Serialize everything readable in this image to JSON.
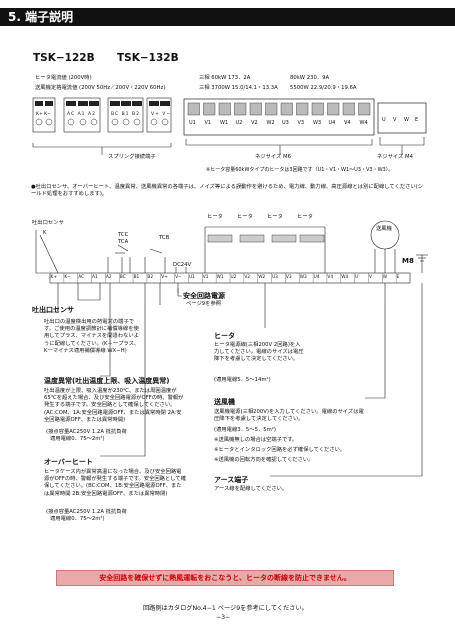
{
  "section_title": "5. 端子説明",
  "models": [
    "TSK−122B",
    "TSK−132B"
  ],
  "specs": {
    "heater_voltage": "ヒータ電流値 (200V時)",
    "blower_current": "送風機定格電流値 (200V 50Hz／200V・220V 60Hz)",
    "row1_a": "三相 60kW 173．2A",
    "row1_b": "80kW 230．9A",
    "row2_a": "三相 3700W 15.0/14.1・13.3A",
    "row2_b": "5500W 22.9/20.9・19.6A"
  },
  "terminal_labels": {
    "small1": [
      "K+",
      "K−"
    ],
    "small2": [
      "AC",
      "A1",
      "A2"
    ],
    "small3": [
      "BC",
      "B1",
      "B2"
    ],
    "small4": [
      "V+",
      "V−"
    ],
    "big": [
      "U1",
      "V1",
      "W1",
      "U2",
      "V2",
      "W2",
      "U3",
      "V3",
      "W3",
      "U4",
      "V4",
      "W4"
    ],
    "right": [
      "U",
      "V",
      "W",
      "E"
    ]
  },
  "terminal_captions": {
    "spring": "スプリング接続端子",
    "screw_m6": "ネジサイズ M6",
    "screw_m4": "ネジサイズ M4",
    "note_60kw": "※ヒータ容量60kWタイプのヒータは3回路です（U1・V1・W1〜U3・V3・W3）。"
  },
  "note": "●吐出口センサ、オーバーヒート、温度異常、送風機異常の各端子は、ノイズ等による誤動作を避けるため、電力線、動力線、高圧源線とは別に配線してください(シールド処理をおすすめします)。",
  "diagram": {
    "sensor": "吐出口センサ",
    "k": "K",
    "tcc": "TCC",
    "tca": "TCA",
    "tcb": "TCB",
    "dc24v": "DC24V",
    "heater": "ヒータ",
    "blower": "送風機",
    "m8": "M8",
    "strip": [
      "K+",
      "K−",
      "AC",
      "A1",
      "A2",
      "BC",
      "B1",
      "B2",
      "V+",
      "V−",
      "U1",
      "V1",
      "W1",
      "U2",
      "V2",
      "W2",
      "U3",
      "V3",
      "W3",
      "U4",
      "V4",
      "W4",
      "U",
      "V",
      "W",
      "E"
    ]
  },
  "descriptions": {
    "sensor_title": "吐出口センサ",
    "sensor_body": "吐出口の温度検出用の熱電対の端子です。ご使用の温度調節計に補償導線を使用してプラス、マイナスを間違わないように配線してください。(K＋一プラス、K一マイナス適用補償導線 WX−H)",
    "temp_title": "温度異常(吐出温度上限、吸入温度異常)",
    "temp_body": "吐出温度が上限、吸入温度が230℃、または周囲温度が65℃を超えた場合、及び安全回路電源がOFFの時、警報が発生する端子です。安全回路として確保してください。(AC:COM、1A:安全回路電源OFF、または異常時閉 2A:安全回路電源OFF、または異常時開)",
    "temp_rating": "(接点容量AC250V 1.2A 抵抗負荷",
    "temp_wire": "適用電線0．75〜2m²)",
    "overheat_title": "オーバーヒート",
    "overheat_body": "ヒータケース内が異常高温になった場合、及び安全回路電源がOFFの時、警報が発生する端子です。安全回路として確保してください。(BC:COM、1B:安全回路電源OFF、または異常時開 2B:安全回路電源OFF、または異常時閉)",
    "overheat_rating": "(接点容量AC250V 1.2A 抵抗負荷",
    "overheat_wire": "適用電線0．75〜2m²)",
    "safety_title": "安全回路電源",
    "safety_ref": "ページ9を参照",
    "heater_title": "ヒータ",
    "heater_body": "ヒータ電源線(三相200V 2回路)を入力してください。電線のサイズは電圧降下を考慮して決定してください。",
    "heater_wire": "(適用電線5．5〜14m²)",
    "blower_title": "送風機",
    "blower_body": "送風機電源(三相200V)を入力してください。電線のサイズは電圧降下を考慮して決定してください。",
    "blower_wire": "(適用電線3．5〜5．5m²)",
    "blower_n1": "※送風機無しの場合は空端子です。",
    "blower_n2": "※ヒータとインタロック回路を必ず確保してください。",
    "blower_n3": "※送風機の回転方向を確認してください。",
    "earth_title": "アース端子",
    "earth_body": "アース線を配線してください。"
  },
  "warning": "安全回路を確保せずに熱風運転をおこなうと、ヒータの断線を防止できません。",
  "footer_ref": "回路例はカタログNo.4−1 ページ9を参考にしてください。",
  "page_number": "−3−"
}
